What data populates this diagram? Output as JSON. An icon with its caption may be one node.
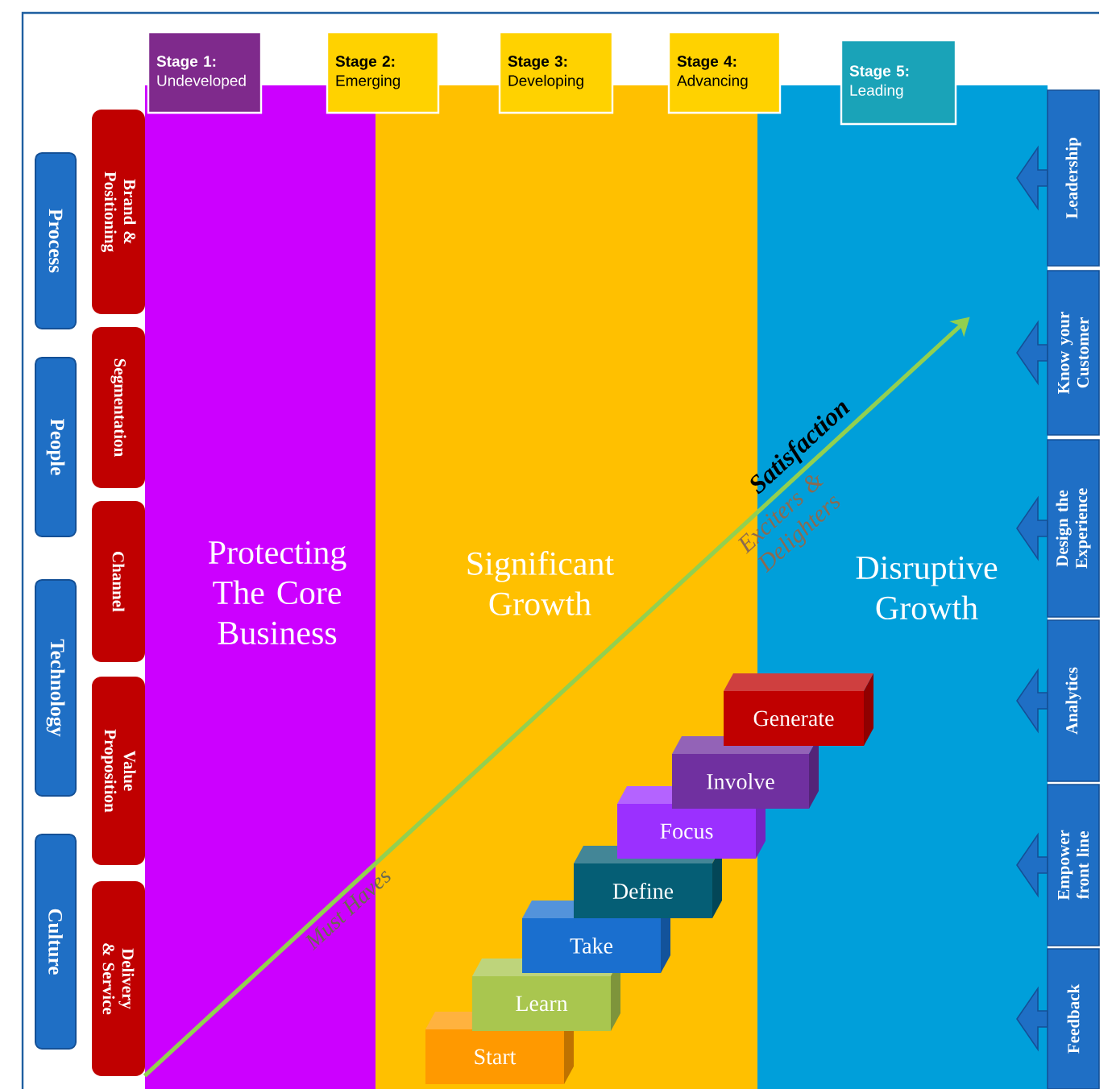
{
  "diagram": {
    "nodes": [
      {
        "text": [
          "Stage 1:",
          "Undeveloped"
        ]
      },
      {
        "text": [
          "Stage 2:",
          "Emerging"
        ]
      },
      {
        "text": [
          "Stage 3:",
          "Developing"
        ]
      },
      {
        "text": [
          "Stage 4:",
          "Advancing"
        ]
      },
      {
        "text": [
          "Stage 5:",
          "Leading"
        ]
      },
      {
        "text": [
          "Protecting The Core Business"
        ]
      },
      {
        "text": [
          "Significant Growth"
        ]
      },
      {
        "text": [
          "Disruptive Growth"
        ]
      },
      {
        "text": [
          "Process"
        ]
      },
      {
        "text": [
          "People"
        ]
      },
      {
        "text": [
          "Technology"
        ]
      },
      {
        "text": [
          "Culture"
        ]
      },
      {
        "text": [
          "Brand & Positioning"
        ]
      },
      {
        "text": [
          "Segmentation"
        ]
      },
      {
        "text": [
          "Channel"
        ]
      },
      {
        "text": [
          "Value Proposition"
        ]
      },
      {
        "text": [
          "Delivery & Service"
        ]
      },
      {
        "text": [
          "Leadership"
        ]
      },
      {
        "text": [
          "Know your Customer"
        ]
      },
      {
        "text": [
          "Design the Experience"
        ]
      },
      {
        "text": [
          "Analytics"
        ]
      },
      {
        "text": [
          "Empower front line"
        ]
      },
      {
        "text": [
          "Feedback"
        ]
      },
      {
        "text": [
          "Start"
        ],
        "in": 6
      },
      {
        "text": [
          "Learn"
        ],
        "in": 6
      },
      {
        "text": [
          "Take"
        ],
        "in": 6
      },
      {
        "text": [
          "Define"
        ],
        "in": 6
      },
      {
        "text": [
          "Focus"
        ],
        "in": 6
      },
      {
        "text": [
          "Involve"
        ]
      },
      {
        "text": [
          "Generate"
        ]
      }
    ],
    "edges": [
      {
        "from": 5,
        "to": 7,
        "arrow": "to",
        "label": "Satisfaction",
        "color": "#92d050"
      }
    ],
    "labels": [
      "Exciters & Delighters",
      "Must Haves"
    ]
  }
}
